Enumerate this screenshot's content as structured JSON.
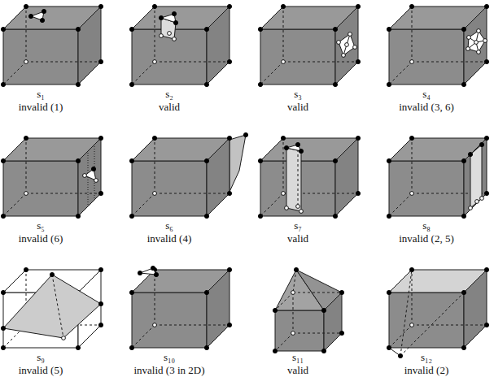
{
  "diagram": {
    "labels": [
      "s₁",
      "invalid (1)",
      "s₂",
      "valid",
      "s₃",
      "valid",
      "s₄",
      "invalid (3, 6)",
      "s₅",
      "invalid (6)",
      "s₆",
      "invalid (4)",
      "s₇",
      "valid",
      "s₈",
      "invalid (2, 5)",
      "s₉",
      "invalid (5)",
      "s₁₀",
      "invalid (3 in 2D)",
      "s₁₁",
      "valid",
      "s₁₂",
      "invalid (2)"
    ]
  }
}
